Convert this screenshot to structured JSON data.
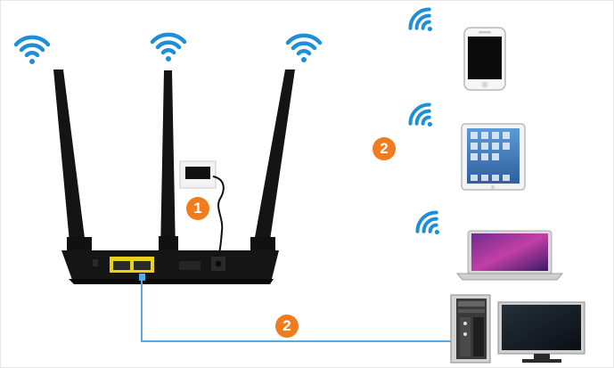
{
  "steps": {
    "power": "1",
    "wireless": "2",
    "wired": "2"
  },
  "colors": {
    "badge": "#f07c1e",
    "wifi_signal": "#1e8fd6",
    "cable": "#5aa9e0",
    "router_body": "#151515",
    "lan_ports": "#e8d21c"
  },
  "icons": [
    "wifi-signal-icon",
    "smartphone-icon",
    "tablet-icon",
    "laptop-icon",
    "desktop-pc-icon",
    "monitor-icon",
    "power-adapter-icon",
    "router-icon"
  ]
}
